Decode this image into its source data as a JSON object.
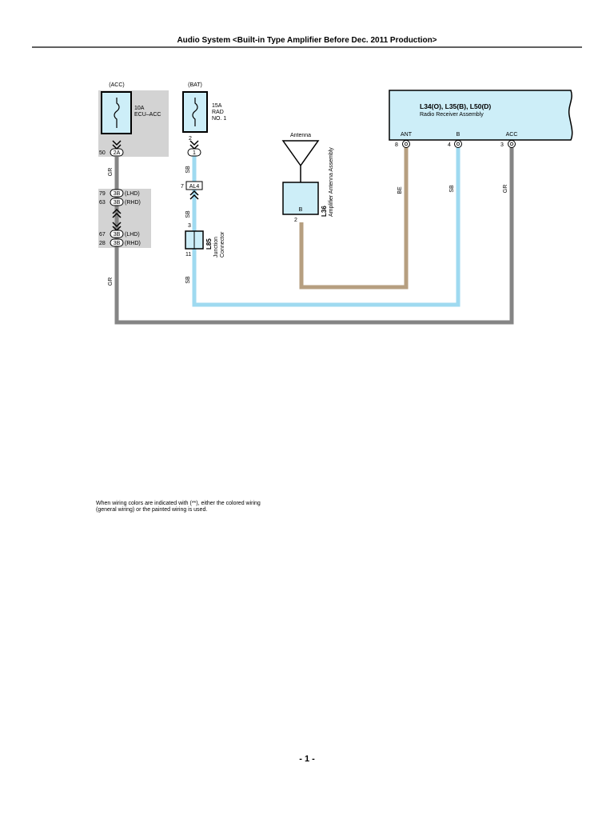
{
  "header": {
    "title": "Audio System <Built-in Type Amplifier Before Dec. 2011 Production>"
  },
  "footer": {
    "page_number": "- 1 -"
  },
  "note": {
    "line1": "When wiring colors are indicated with (**),  either the colored wiring",
    "line2": "(general wiring) or the painted wiring is used."
  },
  "colors": {
    "gray_wire": "#858585",
    "sky_blue_wire": "#9fdaf0",
    "beige_wire": "#b69f80",
    "component_fill": "#cdeef8",
    "shade_fill": "#d3d3d3"
  },
  "diagram": {
    "fuse_acc": {
      "source": "(ACC)",
      "rating": "10A",
      "name": "ECU–ACC",
      "pin": "50",
      "connector": "2A"
    },
    "fuse_bat": {
      "source": "(BAT)",
      "rating": "15A",
      "name_line1": "RAD",
      "name_line2": "NO. 1",
      "pin_top": "2",
      "connector": "1"
    },
    "acc_junctions": [
      {
        "pin": "79",
        "connector": "3B",
        "variant": "(LHD)"
      },
      {
        "pin": "63",
        "connector": "3B",
        "variant": "(RHD)"
      },
      {
        "pin": "67",
        "connector": "3B",
        "variant": "(LHD)"
      },
      {
        "pin": "28",
        "connector": "3B",
        "variant": "(RHD)"
      }
    ],
    "bat_connector": {
      "pin": "7",
      "name": "AL4"
    },
    "junction_connector": {
      "pin_top": "3",
      "pin_bottom": "11",
      "code": "L85",
      "name_line1": "Junction",
      "name_line2": "Connector"
    },
    "antenna": {
      "label": "Antenna",
      "pin_label": "B",
      "pin": "2",
      "code": "L36",
      "name": "Amplifier Antenna Assembly"
    },
    "radio": {
      "codes": "L34(O), L35(B), L50(D)",
      "name": "Radio Receiver Assembly",
      "terminals": [
        {
          "label": "ANT",
          "pin": "8"
        },
        {
          "label": "B",
          "pin": "4"
        },
        {
          "label": "ACC",
          "pin": "3"
        }
      ]
    },
    "wire_labels": {
      "acc_upper": "GR",
      "acc_lower": "GR",
      "bat_upper": "SB",
      "bat_middle": "SB",
      "bat_lower": "SB",
      "ant": "BE",
      "b": "SB",
      "acc_right": "GR"
    }
  }
}
